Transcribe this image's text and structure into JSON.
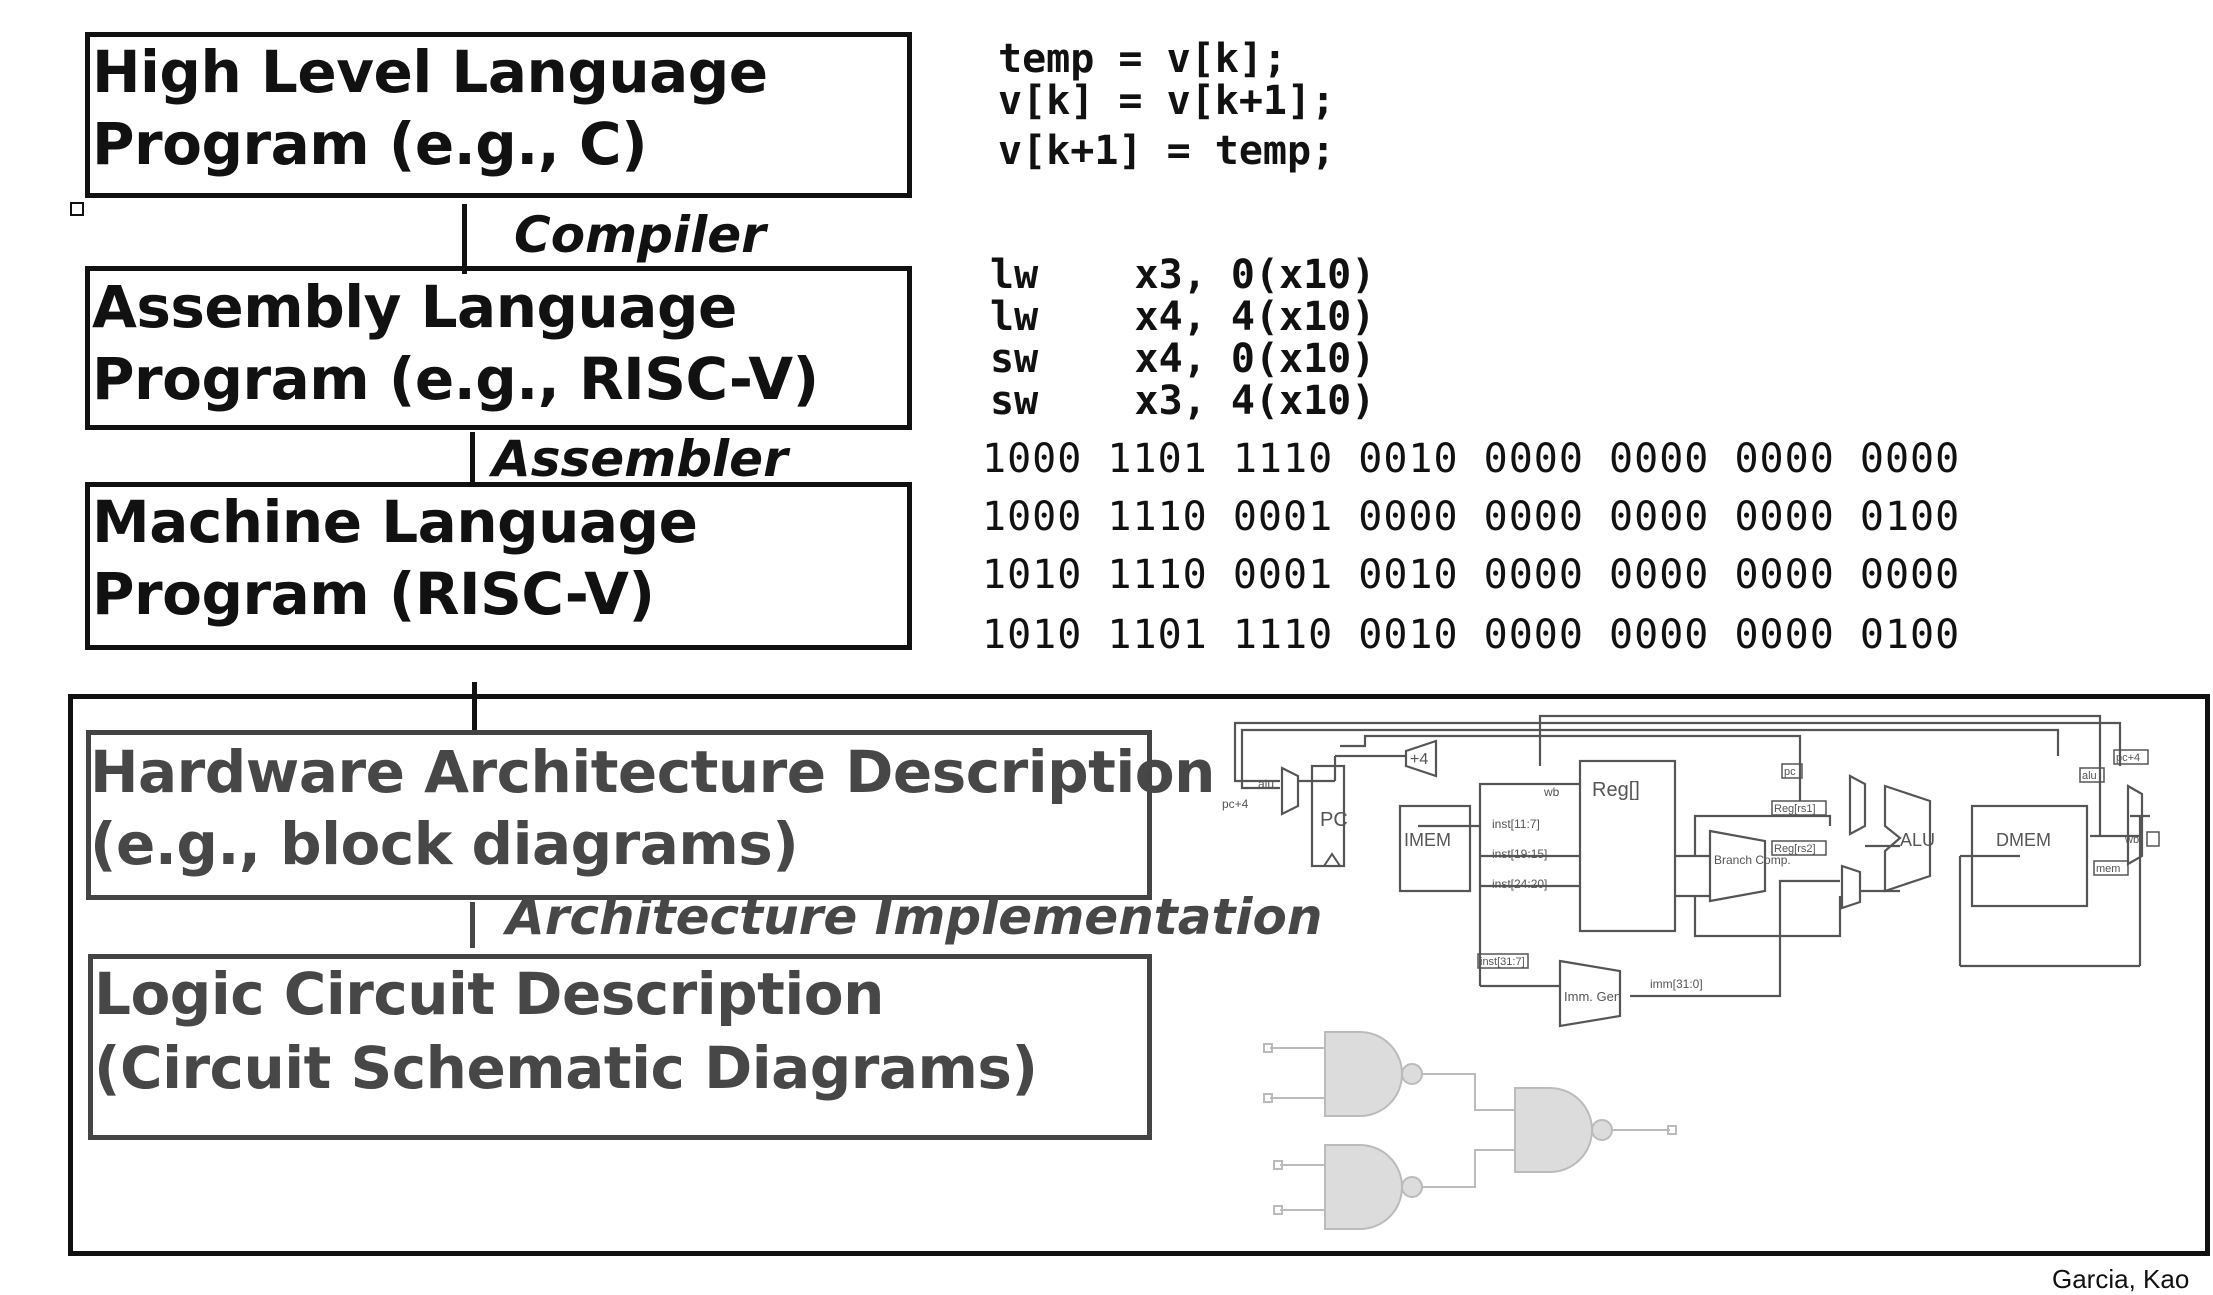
{
  "levels": {
    "high": {
      "line1": "High Level Language",
      "line2": "Program (e.g., C)"
    },
    "assembly": {
      "line1": "Assembly  Language",
      "line2": "Program (e.g., RISC-V)"
    },
    "machine": {
      "line1": "Machine  Language",
      "line2": "Program (RISC-V)"
    },
    "hardware": {
      "line1": "Hardware Architecture Description",
      "line2": "(e.g., block diagrams)"
    },
    "logic": {
      "line1": "Logic Circuit Description",
      "line2": "(Circuit Schematic Diagrams)"
    }
  },
  "steps": {
    "compiler": "Compiler",
    "assembler": "Assembler",
    "arch_impl": "Architecture Implementation"
  },
  "c_code": [
    "temp = v[k];",
    "v[k] = v[k+1];",
    "v[k+1] = temp;"
  ],
  "asm_code": [
    "lw    x3, 0(x10)",
    "lw    x4, 4(x10)",
    "sw    x4, 0(x10)",
    "sw    x3, 4(x10)"
  ],
  "machine_code": [
    "1000 1101 1110 0010 0000 0000 0000 0000",
    "1000 1110 0001 0000 0000 0000 0000 0100",
    "1010 1110 0001 0010 0000 0000 0000 0000",
    "1010 1101 1110 0010 0000 0000 0000 0100"
  ],
  "datapath": {
    "alu_in": "alu",
    "pc4_in": "pc+4",
    "plus4": "+4",
    "pc": "PC",
    "imem": "IMEM",
    "wb": "wb",
    "reg": "Reg[]",
    "inst_11_7": "inst[11:7]",
    "inst_19_15": "inst[19:15]",
    "inst_24_20": "inst[24:20]",
    "inst_31_7": "inst[31:7]",
    "imm": "imm[31:0]",
    "pc_tag": "pc",
    "rs1": "Reg[rs1]",
    "rs2": "Reg[rs2]",
    "branch": "Branch Comp.",
    "alu": "ALU",
    "dmem": "DMEM",
    "alu_tag": "alu",
    "pc4_tag": "pc+4",
    "mem_tag": "mem",
    "wb_tag": "wb",
    "immgen": "Imm. Gen"
  },
  "credit": "Garcia, Kao"
}
